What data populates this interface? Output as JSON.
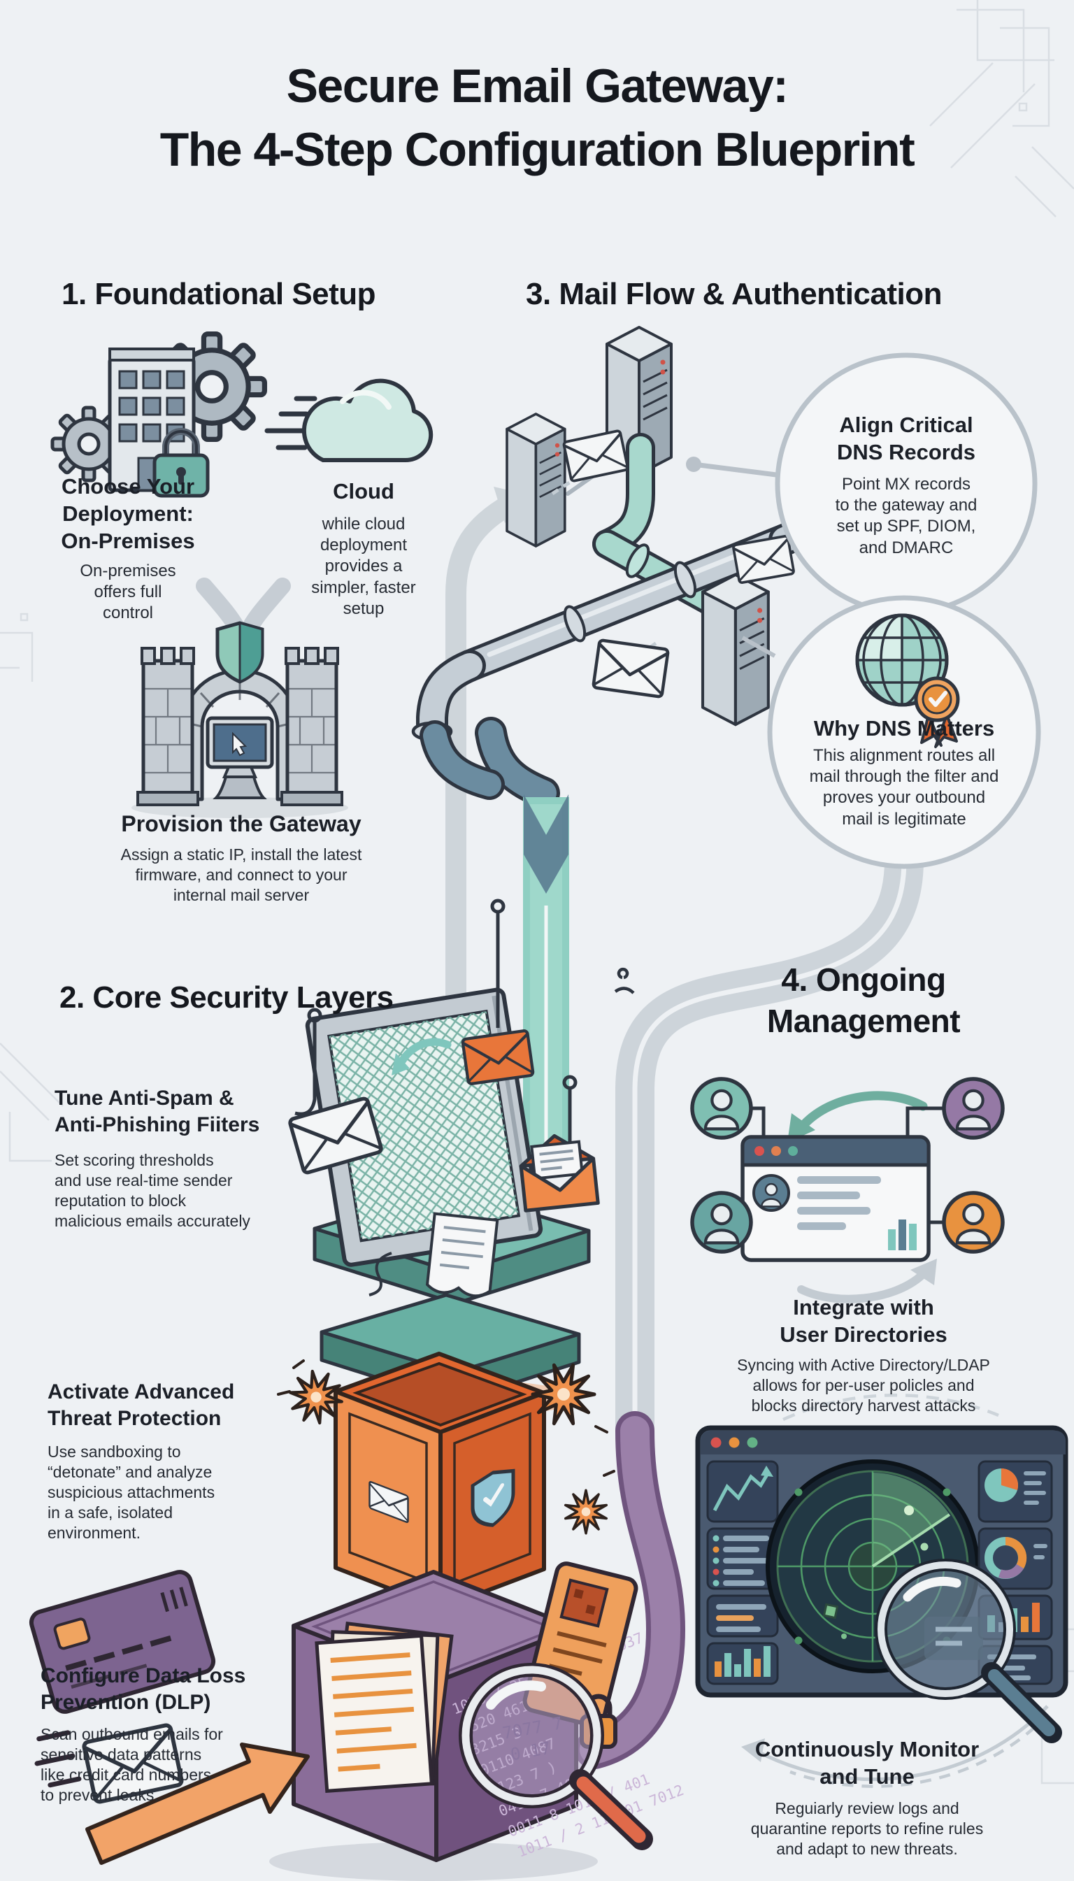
{
  "page": {
    "title": "Secure Email Gateway:\nThe 4-Step Configuration Blueprint"
  },
  "colors": {
    "teal": "#7fc6bd",
    "slate_blue": "#5b7e92",
    "orange": "#e8763a",
    "purple": "#8a6d99",
    "radar_green": "#4f9b68",
    "band_grey": "#ccd3d9",
    "ink": "#15181e"
  },
  "step1": {
    "heading": "1. Foundational Setup",
    "onprem_title": "Choose Your\nDeployment:\nOn-Premises",
    "onprem_desc": "On-premises\noffers full\ncontrol",
    "cloud_title": "Cloud",
    "cloud_desc": "while cloud\ndeployment\nprovides a\nsimpler, faster\nsetup",
    "gateway_title": "Provision the Gateway",
    "gateway_desc": "Assign a static IP, install the latest\nfirmware, and connect to your\ninternal mail server"
  },
  "step2": {
    "heading": "2. Core Security Layers",
    "spam_title": "Tune Anti-Spam &\nAnti-Phishing Fiiters",
    "spam_desc": "Set scoring thresholds\nand use real-time sender\nreputation to block\nmalicious emails accurately",
    "atp_title": "Activate Advanced\nThreat Protection",
    "atp_desc": "Use sandboxing to\n“detonate” and analyze\nsuspicious attachments\nin a safe, isolated\nenvironment.",
    "dlp_title": "Configure Data Loss\nPrevention (DLP)",
    "dlp_desc": "Scan outbound emails for\nsensitive data patterns\nlike credit card numbers\nto prevent leaks."
  },
  "step3": {
    "heading": "3. Mail Flow & Authentication",
    "dns_title": "Align Critical\nDNS Records",
    "dns_desc": "Point MX records\nto the gateway and\nset up SPF, DIOM,\nand DMARC",
    "why_title": "Why DNS Matters",
    "why_desc": "This alignment routes all\nmail through the filter and\nproves your outbound\nmail is legitimate"
  },
  "step4": {
    "heading": "4. Ongoing\nManagement",
    "dir_title": "Integrate with\nUser Directories",
    "dir_desc": "Syncing with Active Directory/LDAP\nallows for per-user policles and\nblocks directory harvest attacks",
    "mon_title": "Continuously Monitor\nand Tune",
    "mon_desc": "Reguiarly review logs and\nquarantine reports to refine rules\nand adapt to new threats."
  },
  "dlp_digits": [
    "1039 / 3578 4670 / 1037",
    "5520 4610 4087",
    "3215 3",
    "0110 4087",
    "3123 7 )",
    "0410 7 401",
    "0011 8 1011 / 401",
    "1011 / 2 11 001 7012",
    "7077 7",
    "0 17"
  ]
}
